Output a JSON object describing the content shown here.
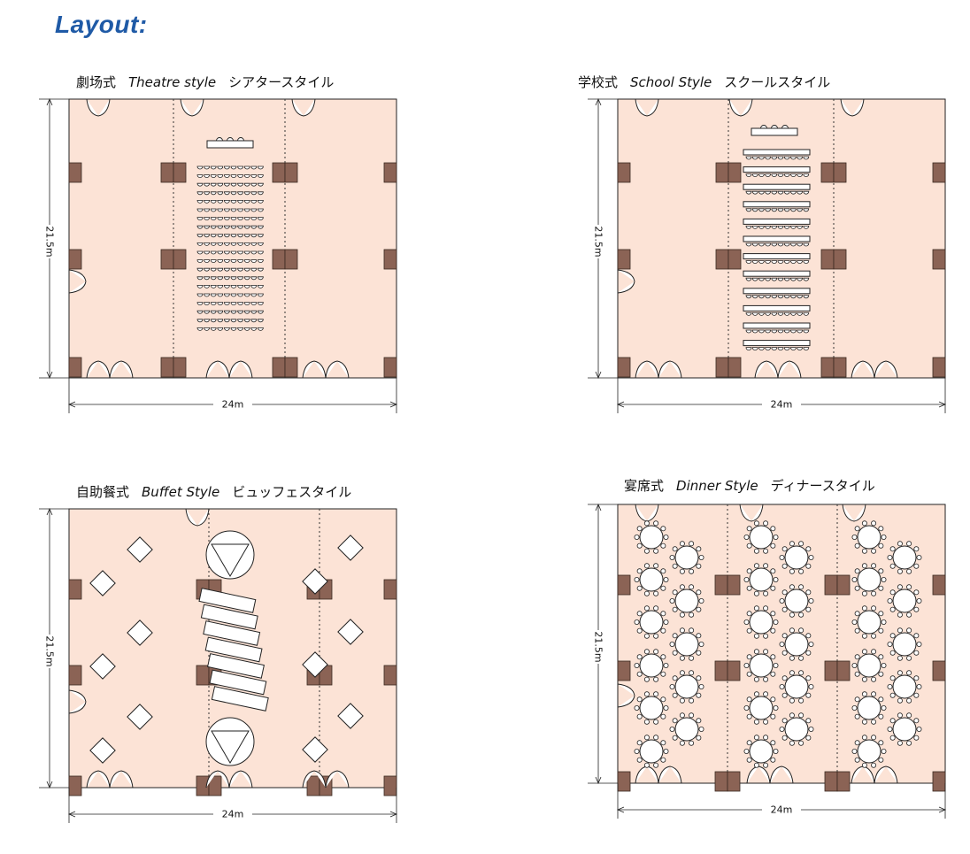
{
  "page": {
    "title": "Layout:"
  },
  "colors": {
    "floor": "#fce3d6",
    "pillar": "#8b6355",
    "line": "#222222",
    "title": "#1f5aa6"
  },
  "dimensions": {
    "width_label": "24m",
    "height_label": "21.5m"
  },
  "layouts": [
    {
      "id": "theatre",
      "cn": "劇场式",
      "en": "Theatre  style",
      "jp": "シアタースタイル"
    },
    {
      "id": "school",
      "cn": "学校式",
      "en": "School  Style",
      "jp": "スクールスタイル"
    },
    {
      "id": "buffet",
      "cn": "自助餐式",
      "en": "Buffet Style",
      "jp": "ビュッフェスタイル"
    },
    {
      "id": "dinner",
      "cn": "宴席式",
      "en": "Dinner  Style",
      "jp": "ディナースタイル"
    }
  ]
}
